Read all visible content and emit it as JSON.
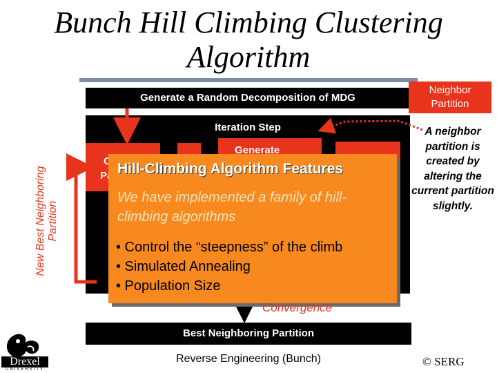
{
  "slide": {
    "title": "Bunch Hill Climbing Clustering Algorithm",
    "generate_bar": "Generate a Random Decomposition of MDG",
    "neighbor_tag": "Neighbor Partition",
    "neighbor_desc": "A neighbor partition is created by altering the current partition slightly.",
    "iteration_label": "Iteration Step",
    "inner_left_fragment_1": "C",
    "inner_left_fragment_2": "Pa",
    "inner_generate_fragment": "Generate",
    "side_label": "New Best Neighboring Partition",
    "convergence": "Convergence",
    "best_bar": "Best Neighboring Partition",
    "footer_center": "Reverse Engineering (Bunch)",
    "footer_right": "© SERG",
    "logo_text": "Drexel",
    "logo_sub": "UNIVERSITY"
  },
  "features": {
    "heading": "Hill-Climbing Algorithm Features",
    "intro": "We have implemented a family of hill-climbing algorithms",
    "items": [
      "• Control the “steepness” of the climb",
      "• Simulated Annealing",
      "• Population Size"
    ]
  },
  "colors": {
    "accent_red": "#e8341c",
    "accent_orange": "#f7891f",
    "bar_black": "#000000"
  }
}
